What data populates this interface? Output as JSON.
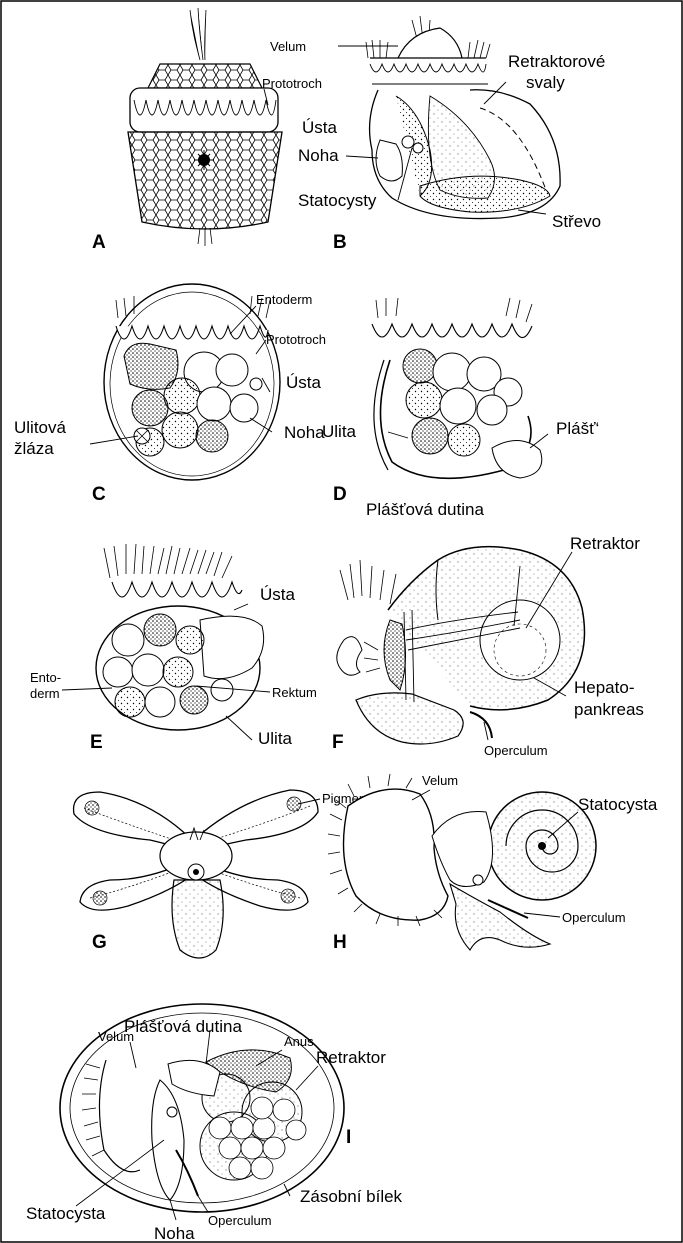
{
  "panels": {
    "a": "A",
    "b": "B",
    "c": "C",
    "d": "D",
    "e": "E",
    "f": "F",
    "g": "G",
    "h": "H",
    "i": "I"
  },
  "labels": {
    "a_prototroch": "Prototroch",
    "b_velum": "Velum",
    "b_retraktorove": "Retraktorové",
    "b_svaly": "svaly",
    "b_usta": "Ústa",
    "b_noha": "Noha",
    "b_statocysty": "Statocysty",
    "b_strevo": "Střevo",
    "c_entoderm": "Entoderm",
    "c_prototroch": "Prototroch",
    "c_usta": "Ústa",
    "c_ulitova": "Ulitová",
    "c_zlaza": "žláza",
    "c_noha": "Noha",
    "d_ulita": "Ulita",
    "d_plast": "Plášť‘",
    "f_plastova_dutina": "Plášťová dutina",
    "f_retraktor": "Retraktor",
    "f_hepato": "Hepato-",
    "f_pankreas": "pankreas",
    "f_operculum": "Operculum",
    "e_usta": "Ústa",
    "e_ento": "Ento-",
    "e_derm": "derm",
    "e_rektum": "Rektum",
    "e_ulita": "Ulita",
    "g_pigment": "Pigment",
    "h_velum": "Velum",
    "h_statocysta": "Statocysta",
    "h_operculum": "Operculum",
    "i_plastova_dutina": "Plášťová dutina",
    "i_velum": "Velum",
    "i_anus": "Anus",
    "i_retraktor": "Retraktor",
    "i_statocysta": "Statocysta",
    "i_operculum": "Operculum",
    "i_zasobni": "Zásobní bílek",
    "i_noha": "Noha"
  }
}
